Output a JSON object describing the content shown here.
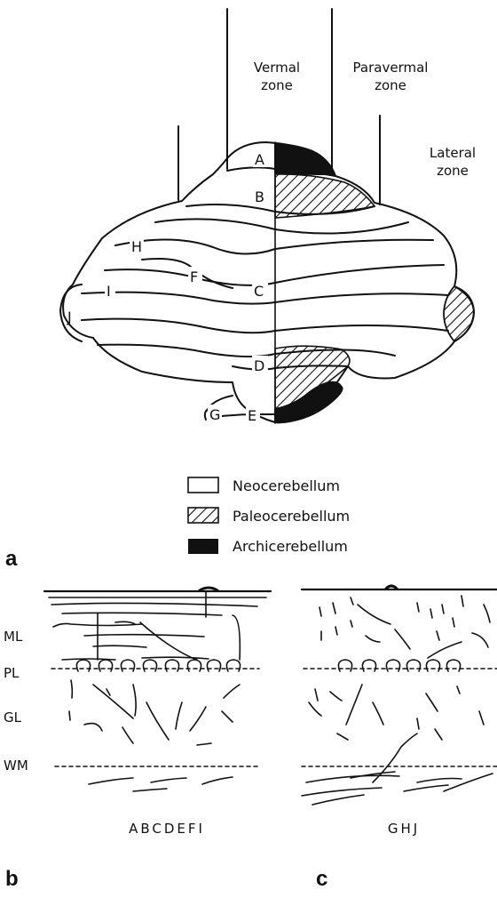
{
  "zones": {
    "vermal": [
      "Vermal",
      "zone"
    ],
    "paravermal": [
      "Paravermal",
      "zone"
    ],
    "lateral": [
      "Lateral",
      "zone"
    ]
  },
  "regions": {
    "A": "A",
    "B": "B",
    "C": "C",
    "D": "D",
    "E": "E",
    "F": "F",
    "G": "G",
    "H": "H",
    "I": "I",
    "J": "J"
  },
  "legend": {
    "neo": "Neocerebellum",
    "paleo": "Paleocerebellum",
    "archi": "Archicerebellum"
  },
  "panels": {
    "a": "a",
    "b": "b",
    "c": "c"
  },
  "layers": {
    "ml": "ML",
    "pl": "PL",
    "gl": "GL",
    "wm": "WM"
  },
  "cortex_b_regions": "ABCDEFI",
  "cortex_c_regions": "GHJ",
  "colors": {
    "ink": "#111111",
    "paper": "#ffffff"
  }
}
